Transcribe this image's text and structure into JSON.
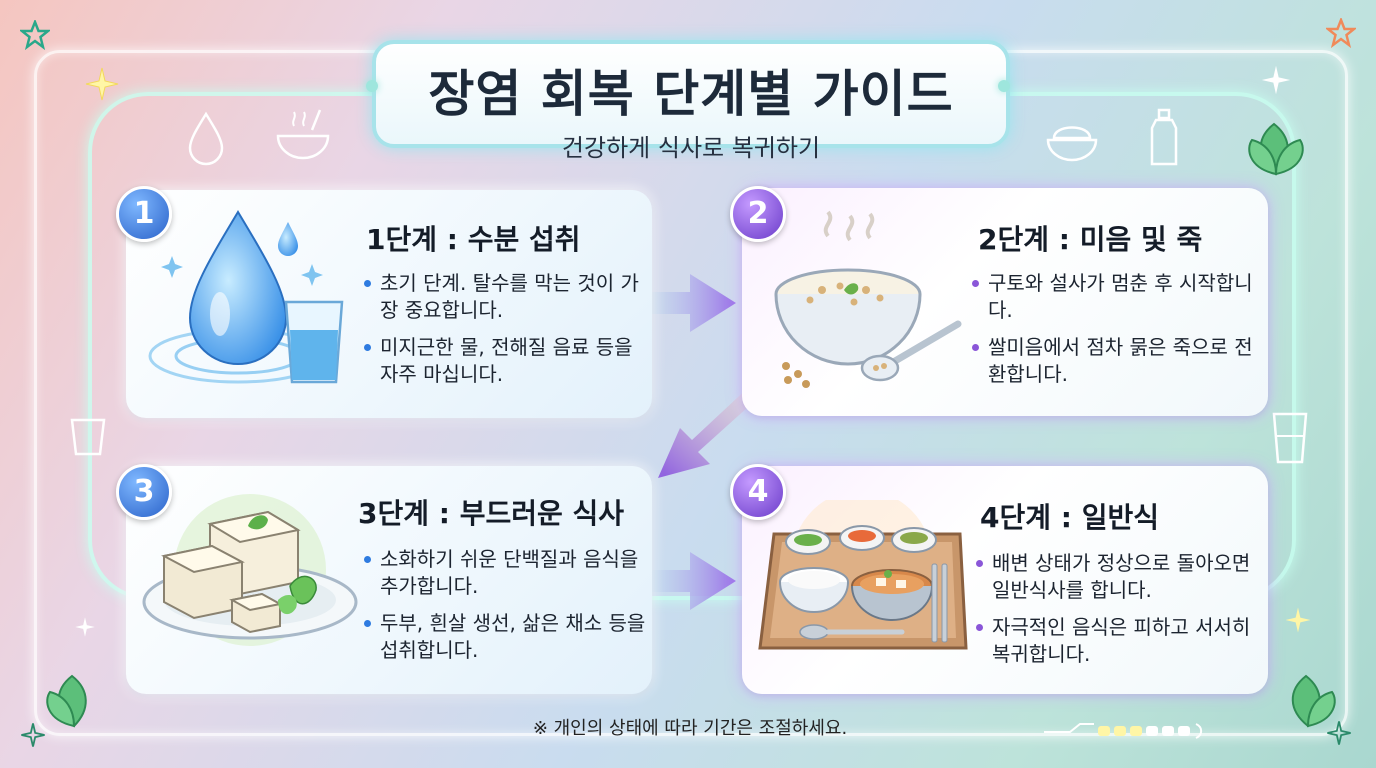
{
  "header": {
    "title": "장염 회복 단계별 가이드",
    "subtitle": "건강하게 식사로 복귀하기"
  },
  "steps": [
    {
      "number": "1",
      "title": "1단계 : 수분 섭취",
      "bullets": [
        "초기 단계. 탈수를 막는 것이 가장 중요합니다.",
        "미지근한 물, 전해질 음료 등을 자주 마십니다."
      ],
      "accent": "#2e7be0"
    },
    {
      "number": "2",
      "title": "2단계 : 미음 및 죽",
      "bullets": [
        "구토와 설사가 멈춘 후 시작합니다.",
        "쌀미음에서 점차 묽은 죽으로 전환합니다."
      ],
      "accent": "#8a56d8"
    },
    {
      "number": "3",
      "title": "3단계 : 부드러운 식사",
      "bullets": [
        "소화하기 쉬운 단백질과 음식을 추가합니다.",
        "두부, 흰살 생선, 삶은 채소 등을 섭취합니다."
      ],
      "accent": "#2e7be0"
    },
    {
      "number": "4",
      "title": "4단계 : 일반식",
      "bullets": [
        "배변 상태가 정상으로 돌아오면 일반식사를 합니다.",
        "자극적인 음식은 피하고 서서히 복귀합니다."
      ],
      "accent": "#8a56d8"
    }
  ],
  "footer": {
    "note": "※ 개인의 상태에 따라 기간은 조절하세요."
  },
  "icons": [
    "water-drop-icon",
    "water-glass-icon",
    "porridge-bowl-icon",
    "tofu-plate-icon",
    "meal-tray-icon",
    "leaf-icon",
    "star-icon",
    "sparkle-icon"
  ]
}
